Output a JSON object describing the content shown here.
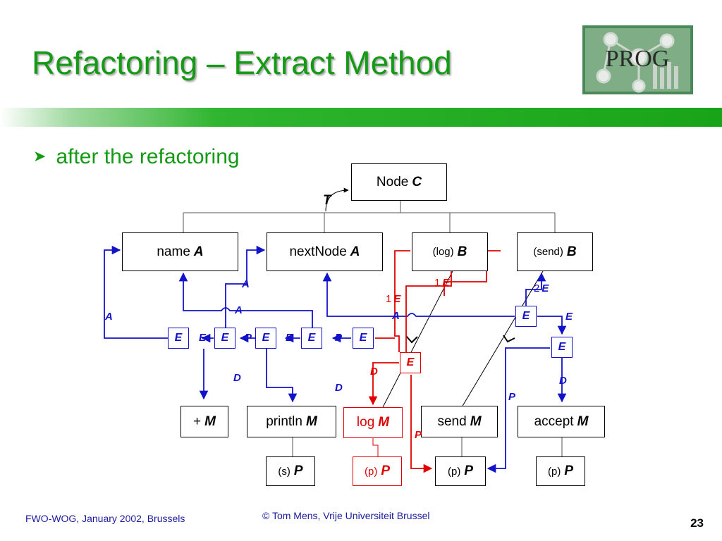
{
  "slide": {
    "title": "Refactoring – Extract Method",
    "bullet": "after the refactoring",
    "footer_left": "FWO-WOG, January 2002, Brussels",
    "footer_center": "© Tom Mens, Vrije Universiteit Brussel",
    "page_number": "23",
    "logo_text": "PROG",
    "colors": {
      "title": "#149A14",
      "blue": "#1212C8",
      "red": "#E00000",
      "footer": "#1A1AA0"
    }
  },
  "diagram": {
    "nodes": {
      "node": {
        "name": "Node",
        "kind": "C"
      },
      "name": {
        "name": "name",
        "kind": "A"
      },
      "nextNode": {
        "name": "nextNode",
        "kind": "A"
      },
      "log_b": {
        "name": "(log)",
        "kind": "B"
      },
      "send_b": {
        "name": "(send)",
        "kind": "B"
      },
      "plus": {
        "name": "+",
        "kind": "M"
      },
      "println": {
        "name": "println",
        "kind": "M"
      },
      "log_m": {
        "name": "log",
        "kind": "M"
      },
      "send_m": {
        "name": "send",
        "kind": "M"
      },
      "accept": {
        "name": "accept",
        "kind": "M"
      },
      "s_p": {
        "name": "(s)",
        "kind": "P"
      },
      "p_red": {
        "name": "(p)",
        "kind": "P"
      },
      "p_send": {
        "name": "(p)",
        "kind": "P"
      },
      "p_accept": {
        "name": "(p)",
        "kind": "P"
      }
    },
    "e_label": "E",
    "labels": {
      "T": "T",
      "A": "A",
      "D": "D",
      "P": "P",
      "E": "E",
      "one": "1",
      "two": "2"
    }
  }
}
